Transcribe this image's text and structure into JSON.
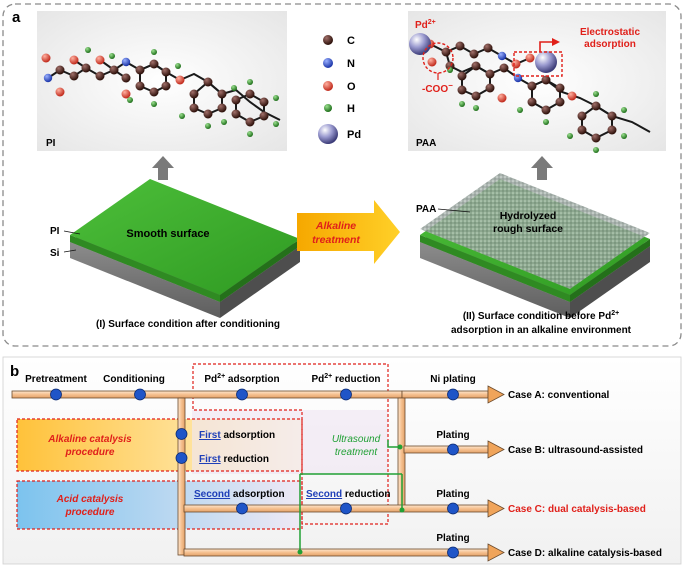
{
  "panel_a": {
    "letter": "a",
    "mol_left_label": "PI",
    "mol_right_label": "PAA",
    "legend": [
      {
        "symbol": "C",
        "color": "#3a1a12"
      },
      {
        "symbol": "N",
        "color": "#2e4fd0"
      },
      {
        "symbol": "O",
        "color": "#e0402a"
      },
      {
        "symbol": "H",
        "color": "#2f8a2a"
      },
      {
        "symbol": "Pd",
        "color": "#6a6aa8"
      }
    ],
    "pd_label": "Pd",
    "pd_sup": "2+",
    "coo_label": "-COO",
    "coo_sup": "−",
    "electrostatic_line1": "Electrostatic",
    "electrostatic_line2": "adsorption",
    "left_layer_top": "PI",
    "left_layer_bottom": "Si",
    "smooth_surface": "Smooth surface",
    "alkaline_line1": "Alkaline",
    "alkaline_line2": "treatment",
    "right_layer_top": "PAA",
    "hydrolyzed_line1": "Hydrolyzed",
    "hydrolyzed_line2": "rough surface",
    "caption_left": "(I) Surface condition after conditioning",
    "caption_right_line1a": "(II) Surface condition before Pd",
    "caption_right_sup": "2+",
    "caption_right_line2": "adsorption in an alkaline environment"
  },
  "panel_b": {
    "letter": "b",
    "pretreatment": "Pretreatment",
    "conditioning": "Conditioning",
    "pd_adsorption_pre": "Pd",
    "pd_adsorption_sup": "2+",
    "pd_adsorption_post": " adsorption",
    "pd_reduction_pre": "Pd",
    "pd_reduction_sup": "2+",
    "pd_reduction_post": " reduction",
    "ni_plating": "Ni plating",
    "plating_b": "Plating",
    "plating_c": "Plating",
    "plating_d": "Plating",
    "alkaline_proc_line1": "Alkaline catalysis",
    "alkaline_proc_line2": "procedure",
    "acid_proc_line1": "Acid catalysis",
    "acid_proc_line2": "procedure",
    "first_word": "First",
    "first_adsorption_rest": " adsorption",
    "first_word2": "First",
    "first_reduction_rest": " reduction",
    "second_word": "Second",
    "second_adsorption_rest": " adsorption",
    "second_word2": "Second",
    "second_reduction_rest": " reduction",
    "ultrasound_line1": "Ultrasound",
    "ultrasound_line2": "treatment",
    "case_a": "Case A: conventional",
    "case_b": "Case B: ultrasound-assisted",
    "case_c": "Case C: dual catalysis-based",
    "case_d": "Case D: alkaline catalysis-based",
    "colors": {
      "pipe": "#f3c79a",
      "pipe_stroke": "#6b4a2c",
      "node": "#1f55c8",
      "red_text": "#e0201a",
      "green": "#21a035",
      "dashed_red": "#e0201a"
    }
  }
}
